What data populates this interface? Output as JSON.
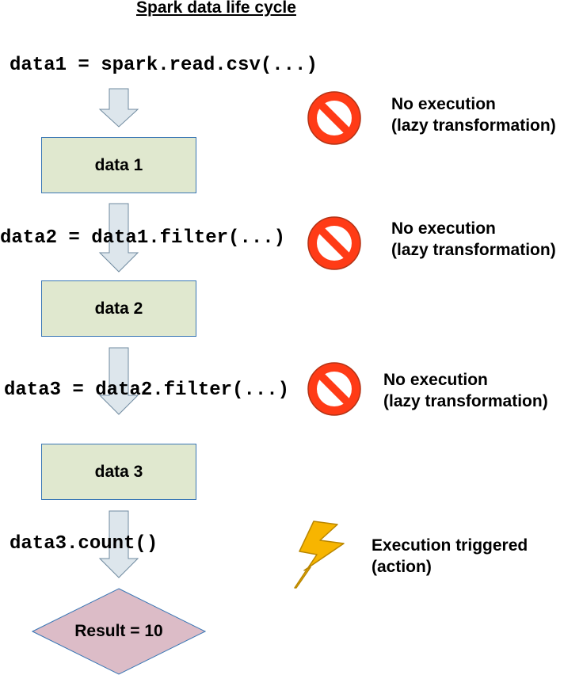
{
  "title": "Spark data life cycle",
  "steps": [
    {
      "code": "data1 = spark.read.csv(...)",
      "box": "data 1",
      "note_line1": "No execution",
      "note_line2": "(lazy transformation)"
    },
    {
      "code": "data2 = data1.filter(...)",
      "box": "data 2",
      "note_line1": "No execution",
      "note_line2": "(lazy transformation)"
    },
    {
      "code": "data3 = data2.filter(...)",
      "box": "data 3",
      "note_line1": "No execution",
      "note_line2": "(lazy transformation)"
    }
  ],
  "action": {
    "code": "data3.count()",
    "note_line1": "Execution triggered",
    "note_line2": "(action)",
    "result": "Result = 10"
  },
  "colors": {
    "box_fill": "#e0e8cf",
    "box_border": "#3a77b5",
    "arrow_fill": "#dde6ec",
    "arrow_stroke": "#6f8a9f",
    "prohibit": "#ff3b16",
    "lightning": "#f7b500",
    "result_fill": "#dcbcc7"
  },
  "icons": [
    "no-entry-icon",
    "lightning-icon"
  ]
}
